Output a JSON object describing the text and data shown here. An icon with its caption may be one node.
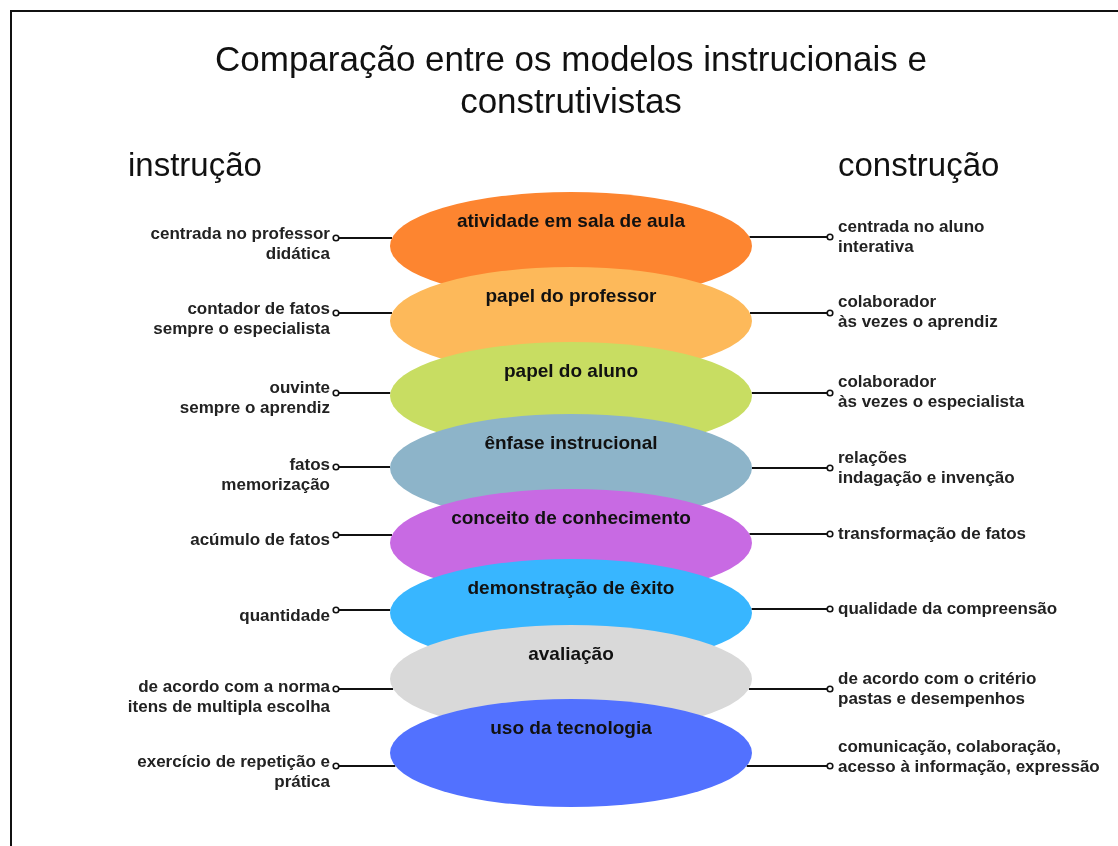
{
  "diagram": {
    "title": "Comparação entre os modelos instrucionais e construtivistas",
    "nodes": [
      {
        "text": [
          "atividade em sala de aula"
        ]
      },
      {
        "text": [
          "papel do professor"
        ]
      },
      {
        "text": [
          "papel do aluno"
        ]
      },
      {
        "text": [
          "ênfase instrucional"
        ]
      },
      {
        "text": [
          "conceito de conhecimento"
        ]
      },
      {
        "text": [
          "demonstração de êxito"
        ]
      },
      {
        "text": [
          "avaliação"
        ]
      },
      {
        "text": [
          "uso da tecnologia"
        ]
      },
      {
        "text": [
          "centrada no professor",
          "didática"
        ]
      },
      {
        "text": [
          "contador de fatos",
          "sempre o especialista"
        ]
      },
      {
        "text": [
          "ouvinte",
          "sempre o aprendiz"
        ]
      },
      {
        "text": [
          "fatos",
          "memorização"
        ]
      },
      {
        "text": [
          "acúmulo de fatos"
        ]
      },
      {
        "text": [
          "quantidade"
        ]
      },
      {
        "text": [
          "de acordo com a norma",
          "itens de multipla escolha"
        ]
      },
      {
        "text": [
          "exercício de repetição e prática"
        ]
      },
      {
        "text": [
          "centrada no aluno",
          "interativa"
        ]
      },
      {
        "text": [
          "colaborador",
          "às vezes o aprendiz"
        ]
      },
      {
        "text": [
          "colaborador",
          "às vezes o especialista"
        ]
      },
      {
        "text": [
          "relações",
          "indagação e invenção"
        ]
      },
      {
        "text": [
          "transformação de fatos"
        ]
      },
      {
        "text": [
          "qualidade da compreensão"
        ]
      },
      {
        "text": [
          "de acordo com o critério",
          "pastas e desempenhos"
        ]
      },
      {
        "text": [
          "comunicação, colaboração, acesso à informação, expressão"
        ]
      }
    ],
    "edges": [
      {
        "from": 8,
        "to": 0,
        "arrow": "other"
      },
      {
        "from": 16,
        "to": 0,
        "arrow": "other"
      },
      {
        "from": 9,
        "to": 1,
        "arrow": "other"
      },
      {
        "from": 17,
        "to": 1,
        "arrow": "other"
      },
      {
        "from": 10,
        "to": 2,
        "arrow": "other"
      },
      {
        "from": 18,
        "to": 2,
        "arrow": "other"
      },
      {
        "from": 11,
        "to": 3,
        "arrow": "other"
      },
      {
        "from": 19,
        "to": 3,
        "arrow": "other"
      },
      {
        "from": 12,
        "to": 4,
        "arrow": "other"
      },
      {
        "from": 20,
        "to": 4,
        "arrow": "other"
      },
      {
        "from": 13,
        "to": 5,
        "arrow": "other"
      },
      {
        "from": 21,
        "to": 5,
        "arrow": "other"
      },
      {
        "from": 14,
        "to": 6,
        "arrow": "other"
      },
      {
        "from": 22,
        "to": 6,
        "arrow": "other"
      },
      {
        "from": 15,
        "to": 7,
        "arrow": "other"
      },
      {
        "from": 23,
        "to": 7,
        "arrow": "other"
      }
    ],
    "labels": [
      "instrução",
      "construção"
    ]
  }
}
